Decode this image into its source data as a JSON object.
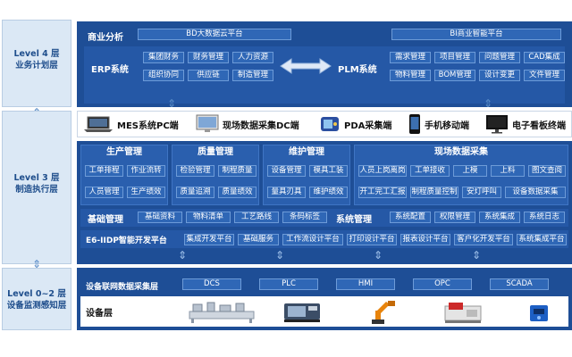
{
  "levels": [
    {
      "line1": "Level 4  层",
      "line2": "业务计划层"
    },
    {
      "line1": "Level 3  层",
      "line2": "制造执行层"
    },
    {
      "line1": "Level 0~2  层",
      "line2": "设备监测感知层"
    }
  ],
  "business": {
    "label": "商业分析",
    "items": [
      "BD大数据云平台",
      "BI商业智能平台"
    ]
  },
  "erp": {
    "label": "ERP系统",
    "items": [
      "集团财务",
      "财务管理",
      "人力资源",
      "组织协同",
      "供应链",
      "制造管理"
    ]
  },
  "plm": {
    "label": "PLM系统",
    "items": [
      "需求管理",
      "项目管理",
      "问题管理",
      "CAD集成",
      "物料管理",
      "BOM管理",
      "设计变更",
      "文件管理"
    ]
  },
  "clients": [
    {
      "label": "MES系统PC端",
      "icon": "laptop-icon"
    },
    {
      "label": "现场数据采集DC端",
      "icon": "monitor-icon"
    },
    {
      "label": "PDA采集端",
      "icon": "pda-icon"
    },
    {
      "label": "手机移动端",
      "icon": "mobile-phone-icon"
    },
    {
      "label": "电子看板终端",
      "icon": "display-screen-icon"
    }
  ],
  "production": {
    "title": "生产管理",
    "items": [
      "工单排程",
      "作业流转",
      "人员管理",
      "生产绩效"
    ]
  },
  "quality": {
    "title": "质量管理",
    "items": [
      "检验管理",
      "制程质量",
      "质量追溯",
      "质量绩效"
    ]
  },
  "maintenance": {
    "title": "维护管理",
    "items": [
      "设备管理",
      "模具工装",
      "量具刃具",
      "维护绩效"
    ]
  },
  "datacollect": {
    "title": "现场数据采集",
    "items": [
      "人员上岗离岗",
      "工单接收",
      "上模",
      "上料",
      "图文查阅",
      "开工完工汇报",
      "制程质量控制",
      "安灯呼叫",
      "设备数据采集"
    ]
  },
  "base": {
    "label": "基础管理",
    "items": [
      "基础资料",
      "物料清单",
      "工艺路线",
      "条码标签"
    ]
  },
  "sysmgmt": {
    "label": "系统管理",
    "items": [
      "系统配置",
      "权限管理",
      "系统集成",
      "系统日志"
    ]
  },
  "devplatform": {
    "label": "E6-IIDP智能开发平台",
    "items": [
      "集成开发平台",
      "基础服务",
      "工作流设计平台",
      "打印设计平台",
      "报表设计平台",
      "客户化开发平台",
      "系统集成平台"
    ]
  },
  "iot": {
    "label": "设备联网数据采集层",
    "items": [
      "DCS",
      "PLC",
      "HMI",
      "OPC",
      "SCADA"
    ]
  },
  "devices": {
    "label": "设备层",
    "icons": [
      "production-line-icon",
      "cnc-machine-icon",
      "robot-arm-icon",
      "industrial-machine-icon",
      "sensor-box-icon"
    ]
  },
  "colors": {
    "panel": "#1e4e96",
    "band": "#2558a6",
    "chip": "#2f67b6",
    "level_bg": "#dbe8f5",
    "level_text": "#1f4e8c"
  }
}
